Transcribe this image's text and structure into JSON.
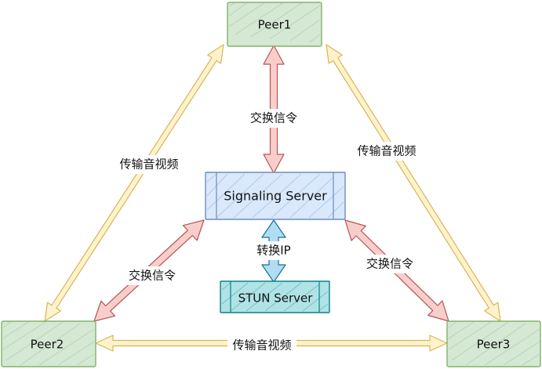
{
  "nodes": {
    "peer1": {
      "label": "Peer1"
    },
    "peer2": {
      "label": "Peer2"
    },
    "peer3": {
      "label": "Peer3"
    },
    "signaling": {
      "label": "Signaling Server"
    },
    "stun": {
      "label": "STUN Server"
    }
  },
  "edges": {
    "peer1_signaling": {
      "label": "交换信令"
    },
    "peer2_signaling": {
      "label": "交换信令"
    },
    "peer3_signaling": {
      "label": "交换信令"
    },
    "signaling_stun": {
      "label": "转换IP"
    },
    "peer1_peer2": {
      "label": "传输音视频"
    },
    "peer1_peer3": {
      "label": "传输音视频"
    },
    "peer2_peer3": {
      "label": "传输音视频"
    }
  },
  "colors": {
    "peer_fill": "#d5e8d4",
    "peer_stroke": "#82b366",
    "server_fill": "#dae8fc",
    "server_stroke": "#6c8ebf",
    "stun_fill": "#b0e3e6",
    "stun_stroke": "#0e8088",
    "signal_arrow_fill": "#f8cecc",
    "signal_arrow_stroke": "#b85450",
    "media_arrow_fill": "#fff2cc",
    "media_arrow_stroke": "#d6b656",
    "ip_arrow_fill": "#b1ddf0",
    "ip_arrow_stroke": "#10739e"
  }
}
